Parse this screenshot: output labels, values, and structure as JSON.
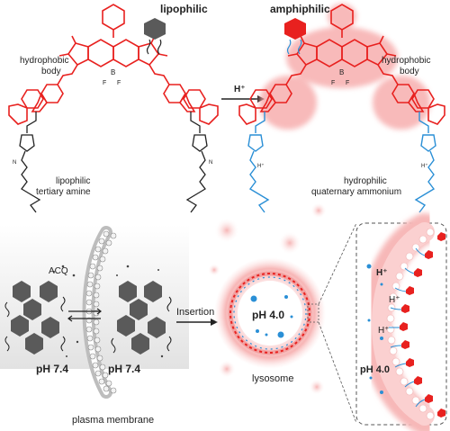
{
  "top": {
    "left_molecule": {
      "tag": "lipophilic",
      "body_label_line1": "hydrophobic",
      "body_label_line2": "body",
      "amine_label_line1": "lipophilic",
      "amine_label_line2": "tertiary amine",
      "atom_B": "B",
      "atom_F1": "F",
      "atom_F2": "F",
      "atom_N_left": "N",
      "atom_N_right": "N"
    },
    "arrow_label": "H⁺",
    "right_molecule": {
      "tag": "amphiphilic",
      "body_label_line1": "hydrophobic",
      "body_label_line2": "body",
      "amine_label_line1": "hydrophilic",
      "amine_label_line2": "quaternary ammonium",
      "atom_B": "B",
      "atom_F1": "F",
      "atom_F2": "F",
      "charge_left": "H⁺",
      "charge_right": "H⁺"
    }
  },
  "bottom": {
    "acq_label": "ACQ",
    "ph_left": "pH 7.4",
    "ph_right": "pH 7.4",
    "membrane_label": "plasma membrane",
    "insertion_label": "Insertion",
    "lysosome_ph": "pH 4.0",
    "lysosome_label": "lysosome",
    "zoom_h1": "H⁺",
    "zoom_h2": "H⁺",
    "zoom_h3": "H⁺",
    "zoom_ph": "pH 4.0"
  },
  "colors": {
    "red": "#e8211f",
    "glow": "#f7b8b8",
    "blue": "#2a8fd6",
    "gray_block": "#5a5a5a",
    "membrane_bead": "#d8d8d8",
    "ink": "#222222"
  }
}
